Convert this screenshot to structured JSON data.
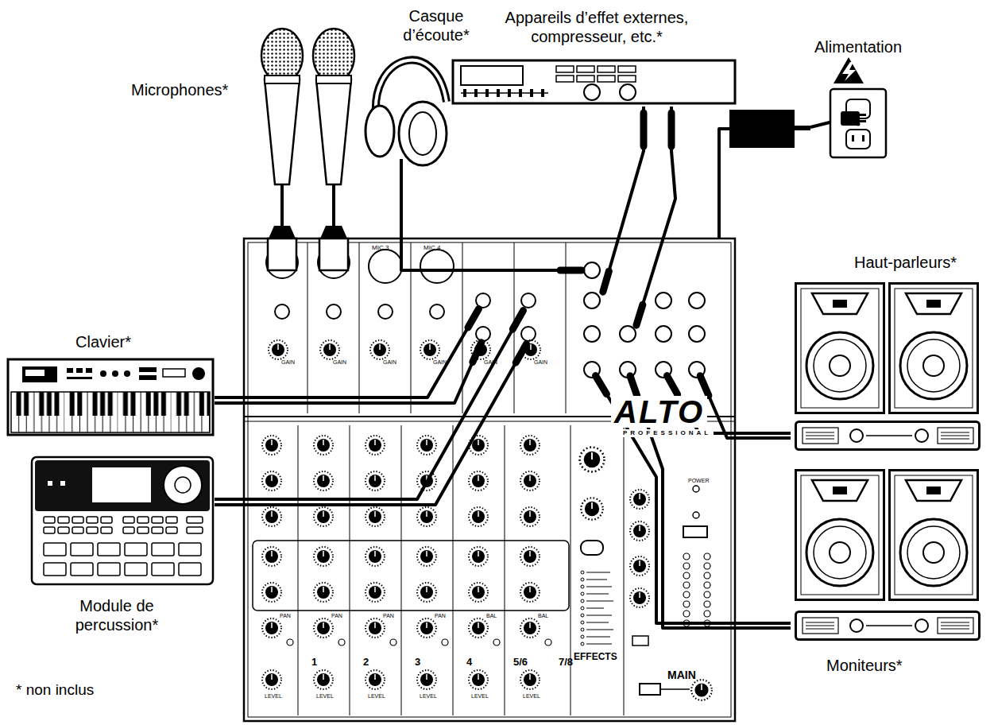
{
  "diagram": {
    "nodes": [
      {
        "text": [
          "ALTO",
          "PROFESSIONAL"
        ]
      },
      {
        "text": [
          "Microphones*"
        ]
      },
      {
        "text": [
          "Casque d’écoute*"
        ]
      },
      {
        "text": [
          "Appareils d’effet externes, compresseur, etc.*"
        ]
      },
      {
        "text": [
          "Alimentation"
        ]
      },
      {
        "text": [
          "Clavier*"
        ]
      },
      {
        "text": [
          "Module de percussion*"
        ]
      },
      {
        "text": [
          "Haut-parleurs*"
        ]
      },
      {
        "text": [
          "Moniteurs*"
        ]
      }
    ],
    "edges": [
      {
        "from": 1,
        "to": 0,
        "arrow": "none"
      },
      {
        "from": 1,
        "to": 0,
        "arrow": "none"
      },
      {
        "from": 2,
        "to": 0,
        "arrow": "none"
      },
      {
        "from": 3,
        "to": 0,
        "arrow": "none"
      },
      {
        "from": 3,
        "to": 0,
        "arrow": "none"
      },
      {
        "from": 0,
        "to": 4,
        "arrow": "none"
      },
      {
        "from": 5,
        "to": 0,
        "arrow": "none"
      },
      {
        "from": 5,
        "to": 0,
        "arrow": "none"
      },
      {
        "from": 6,
        "to": 0,
        "arrow": "none"
      },
      {
        "from": 6,
        "to": 0,
        "arrow": "none"
      },
      {
        "from": 0,
        "to": 7,
        "arrow": "none"
      },
      {
        "from": 0,
        "to": 7,
        "arrow": "none"
      },
      {
        "from": 0,
        "to": 8,
        "arrow": "none"
      },
      {
        "from": 0,
        "to": 8,
        "arrow": "none"
      }
    ],
    "labels": [
      "MIC 3",
      "MIC 4",
      "GAIN",
      "GAIN",
      "GAIN",
      "GAIN",
      "GAIN",
      "GAIN",
      "PAN",
      "PAN",
      "PAN",
      "PAN",
      "BAL",
      "BAL",
      "1",
      "2",
      "3",
      "4",
      "5/6",
      "7/8",
      "LEVEL",
      "LEVEL",
      "LEVEL",
      "LEVEL",
      "LEVEL",
      "LEVEL",
      "EFFECTS",
      "MAIN",
      "POWER",
      "* non inclus"
    ]
  }
}
